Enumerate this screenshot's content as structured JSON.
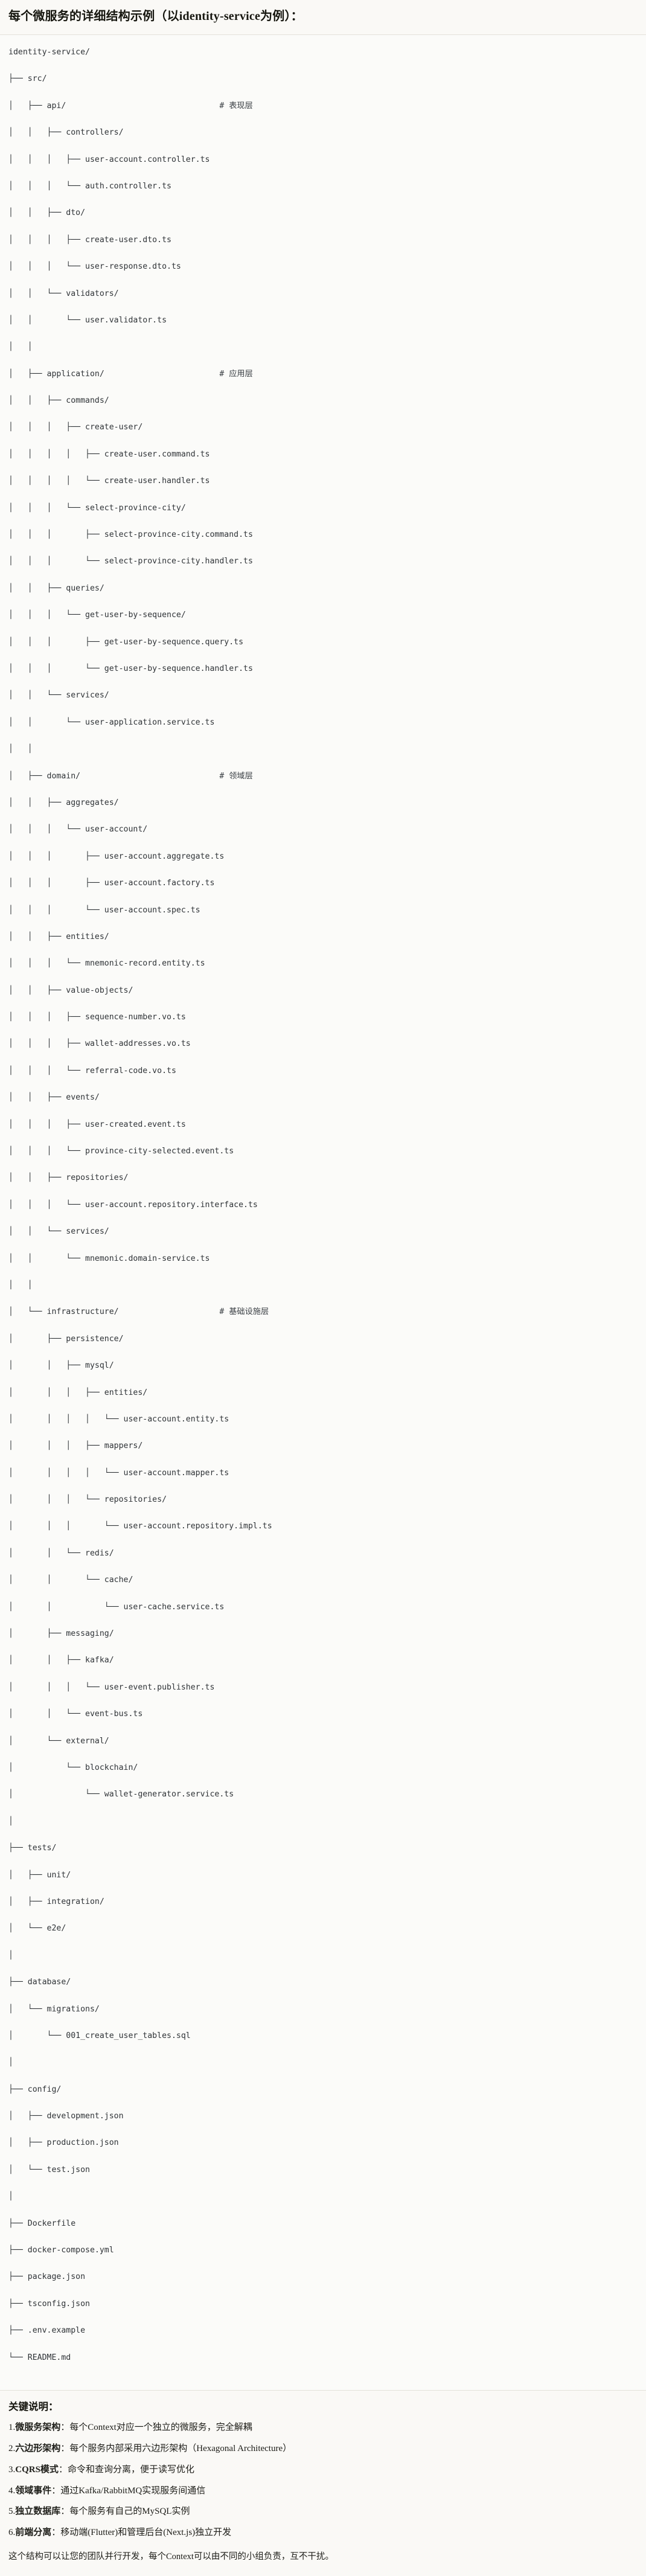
{
  "title": "每个微服务的详细结构示例（以identity-service为例）：",
  "tree": {
    "root_label": "identity-service/",
    "lines": [
      {
        "path": "identity-service/",
        "comment": ""
      },
      {
        "path": "├── src/",
        "comment": ""
      },
      {
        "path": "│   ├── api/",
        "comment": "# 表现层"
      },
      {
        "path": "│   │   ├── controllers/",
        "comment": ""
      },
      {
        "path": "│   │   │   ├── user-account.controller.ts",
        "comment": ""
      },
      {
        "path": "│   │   │   └── auth.controller.ts",
        "comment": ""
      },
      {
        "path": "│   │   ├── dto/",
        "comment": ""
      },
      {
        "path": "│   │   │   ├── create-user.dto.ts",
        "comment": ""
      },
      {
        "path": "│   │   │   └── user-response.dto.ts",
        "comment": ""
      },
      {
        "path": "│   │   └── validators/",
        "comment": ""
      },
      {
        "path": "│   │       └── user.validator.ts",
        "comment": ""
      },
      {
        "path": "│   │",
        "comment": ""
      },
      {
        "path": "│   ├── application/",
        "comment": "# 应用层"
      },
      {
        "path": "│   │   ├── commands/",
        "comment": ""
      },
      {
        "path": "│   │   │   ├── create-user/",
        "comment": ""
      },
      {
        "path": "│   │   │   │   ├── create-user.command.ts",
        "comment": ""
      },
      {
        "path": "│   │   │   │   └── create-user.handler.ts",
        "comment": ""
      },
      {
        "path": "│   │   │   └── select-province-city/",
        "comment": ""
      },
      {
        "path": "│   │   │       ├── select-province-city.command.ts",
        "comment": ""
      },
      {
        "path": "│   │   │       └── select-province-city.handler.ts",
        "comment": ""
      },
      {
        "path": "│   │   ├── queries/",
        "comment": ""
      },
      {
        "path": "│   │   │   └── get-user-by-sequence/",
        "comment": ""
      },
      {
        "path": "│   │   │       ├── get-user-by-sequence.query.ts",
        "comment": ""
      },
      {
        "path": "│   │   │       └── get-user-by-sequence.handler.ts",
        "comment": ""
      },
      {
        "path": "│   │   └── services/",
        "comment": ""
      },
      {
        "path": "│   │       └── user-application.service.ts",
        "comment": ""
      },
      {
        "path": "│   │",
        "comment": ""
      },
      {
        "path": "│   ├── domain/",
        "comment": "# 领域层"
      },
      {
        "path": "│   │   ├── aggregates/",
        "comment": ""
      },
      {
        "path": "│   │   │   └── user-account/",
        "comment": ""
      },
      {
        "path": "│   │   │       ├── user-account.aggregate.ts",
        "comment": ""
      },
      {
        "path": "│   │   │       ├── user-account.factory.ts",
        "comment": ""
      },
      {
        "path": "│   │   │       └── user-account.spec.ts",
        "comment": ""
      },
      {
        "path": "│   │   ├── entities/",
        "comment": ""
      },
      {
        "path": "│   │   │   └── mnemonic-record.entity.ts",
        "comment": ""
      },
      {
        "path": "│   │   ├── value-objects/",
        "comment": ""
      },
      {
        "path": "│   │   │   ├── sequence-number.vo.ts",
        "comment": ""
      },
      {
        "path": "│   │   │   ├── wallet-addresses.vo.ts",
        "comment": ""
      },
      {
        "path": "│   │   │   └── referral-code.vo.ts",
        "comment": ""
      },
      {
        "path": "│   │   ├── events/",
        "comment": ""
      },
      {
        "path": "│   │   │   ├── user-created.event.ts",
        "comment": ""
      },
      {
        "path": "│   │   │   └── province-city-selected.event.ts",
        "comment": ""
      },
      {
        "path": "│   │   ├── repositories/",
        "comment": ""
      },
      {
        "path": "│   │   │   └── user-account.repository.interface.ts",
        "comment": ""
      },
      {
        "path": "│   │   └── services/",
        "comment": ""
      },
      {
        "path": "│   │       └── mnemonic.domain-service.ts",
        "comment": ""
      },
      {
        "path": "│   │",
        "comment": ""
      },
      {
        "path": "│   └── infrastructure/",
        "comment": "# 基础设施层"
      },
      {
        "path": "│       ├── persistence/",
        "comment": ""
      },
      {
        "path": "│       │   ├── mysql/",
        "comment": ""
      },
      {
        "path": "│       │   │   ├── entities/",
        "comment": ""
      },
      {
        "path": "│       │   │   │   └── user-account.entity.ts",
        "comment": ""
      },
      {
        "path": "│       │   │   ├── mappers/",
        "comment": ""
      },
      {
        "path": "│       │   │   │   └── user-account.mapper.ts",
        "comment": ""
      },
      {
        "path": "│       │   │   └── repositories/",
        "comment": ""
      },
      {
        "path": "│       │   │       └── user-account.repository.impl.ts",
        "comment": ""
      },
      {
        "path": "│       │   └── redis/",
        "comment": ""
      },
      {
        "path": "│       │       └── cache/",
        "comment": ""
      },
      {
        "path": "│       │           └── user-cache.service.ts",
        "comment": ""
      },
      {
        "path": "│       ├── messaging/",
        "comment": ""
      },
      {
        "path": "│       │   ├── kafka/",
        "comment": ""
      },
      {
        "path": "│       │   │   └── user-event.publisher.ts",
        "comment": ""
      },
      {
        "path": "│       │   └── event-bus.ts",
        "comment": ""
      },
      {
        "path": "│       └── external/",
        "comment": ""
      },
      {
        "path": "│           └── blockchain/",
        "comment": ""
      },
      {
        "path": "│               └── wallet-generator.service.ts",
        "comment": ""
      },
      {
        "path": "│",
        "comment": ""
      },
      {
        "path": "├── tests/",
        "comment": ""
      },
      {
        "path": "│   ├── unit/",
        "comment": ""
      },
      {
        "path": "│   ├── integration/",
        "comment": ""
      },
      {
        "path": "│   └── e2e/",
        "comment": ""
      },
      {
        "path": "│",
        "comment": ""
      },
      {
        "path": "├── database/",
        "comment": ""
      },
      {
        "path": "│   └── migrations/",
        "comment": ""
      },
      {
        "path": "│       └── 001_create_user_tables.sql",
        "comment": ""
      },
      {
        "path": "│",
        "comment": ""
      },
      {
        "path": "├── config/",
        "comment": ""
      },
      {
        "path": "│   ├── development.json",
        "comment": ""
      },
      {
        "path": "│   ├── production.json",
        "comment": ""
      },
      {
        "path": "│   └── test.json",
        "comment": ""
      },
      {
        "path": "│",
        "comment": ""
      },
      {
        "path": "├── Dockerfile",
        "comment": ""
      },
      {
        "path": "├── docker-compose.yml",
        "comment": ""
      },
      {
        "path": "├── package.json",
        "comment": ""
      },
      {
        "path": "├── tsconfig.json",
        "comment": ""
      },
      {
        "path": "├── .env.example",
        "comment": ""
      },
      {
        "path": "└── README.md",
        "comment": ""
      }
    ]
  },
  "notes": {
    "heading": "关键说明：",
    "items": [
      {
        "num": "1.",
        "term": "微服务架构",
        "body": "：每个Context对应一个独立的微服务，完全解耦"
      },
      {
        "num": "2.",
        "term": "六边形架构",
        "body": "：每个服务内部采用六边形架构（Hexagonal Architecture）"
      },
      {
        "num": "3.",
        "term": "CQRS模式",
        "body": "：命令和查询分离，便于读写优化"
      },
      {
        "num": "4.",
        "term": "领域事件",
        "body": "：通过Kafka/RabbitMQ实现服务间通信"
      },
      {
        "num": "5.",
        "term": "独立数据库",
        "body": "：每个服务有自己的MySQL实例"
      },
      {
        "num": "6.",
        "term": "前端分离",
        "body": "：移动端(Flutter)和管理后台(Next.js)独立开发"
      }
    ],
    "closing": "这个结构可以让您的团队并行开发，每个Context可以由不同的小组负责，互不干扰。"
  },
  "colors": {
    "page_bg": "#faf9f6",
    "code_bg": "#fbfbf9",
    "text": "#1c1c1c",
    "code_text": "#2f3337",
    "divider": "#e3e1da"
  }
}
